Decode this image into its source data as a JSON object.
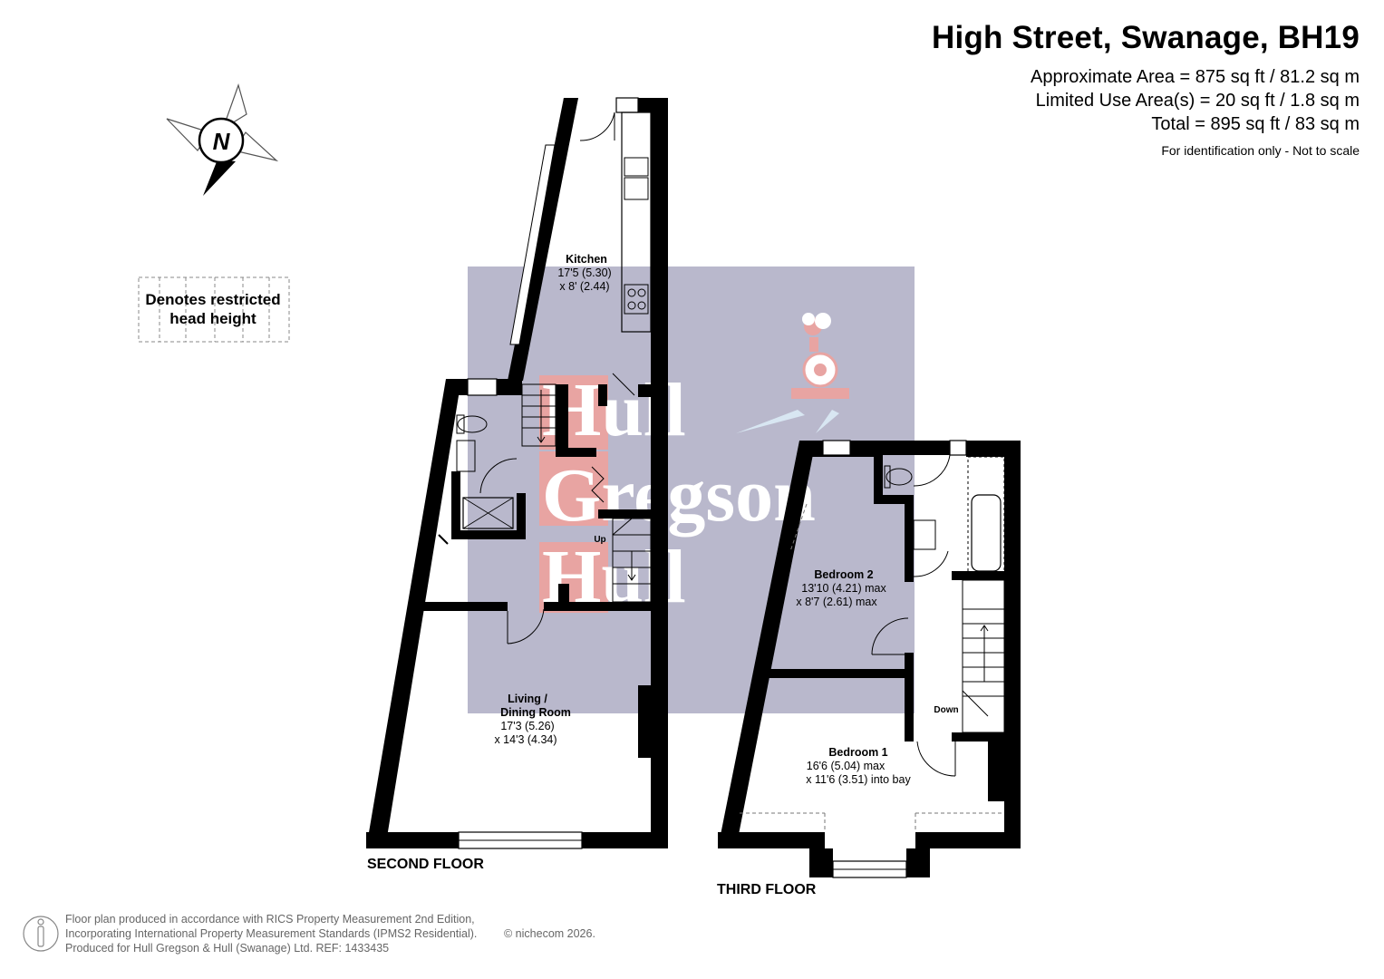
{
  "header": {
    "title": "High Street, Swanage, BH19",
    "approx_area": "Approximate Area = 875 sq ft / 81.2 sq m",
    "limited_area": "Limited Use Area(s) = 20 sq ft / 1.8 sq m",
    "total_area": "Total = 895 sq ft / 83 sq m",
    "scale_note": "For identification only - Not to scale"
  },
  "compass": {
    "label": "N"
  },
  "legend": {
    "line1": "Denotes restricted",
    "line2": "head height"
  },
  "watermark": {
    "line1": "Hull",
    "line2": "Gregson",
    "line3": "Hull"
  },
  "floors": {
    "second": {
      "label": "SECOND FLOOR"
    },
    "third": {
      "label": "THIRD FLOOR"
    }
  },
  "rooms": {
    "kitchen": {
      "name": "Kitchen",
      "dim1": "17'5 (5.30)",
      "dim2": "x 8' (2.44)"
    },
    "living": {
      "name1": "Living /",
      "name2": "Dining Room",
      "dim1": "17'3 (5.26)",
      "dim2": "x 14'3 (4.34)"
    },
    "bedroom2": {
      "name": "Bedroom 2",
      "dim1": "13'10 (4.21) max",
      "dim2": "x 8'7 (2.61) max"
    },
    "bedroom1": {
      "name": "Bedroom 1",
      "dim1": "16'6 (5.04) max",
      "dim2": "x 11'6 (3.51) into bay"
    }
  },
  "stairs": {
    "up": "Up",
    "down": "Down"
  },
  "footer": {
    "line1": "Floor plan produced in accordance with RICS Property Measurement 2nd Edition,",
    "line2": "Incorporating International Property Measurement Standards (IPMS2 Residential).",
    "line3": "Produced for Hull Gregson & Hull (Swanage) Ltd.   REF:  1433435",
    "copyright": "© nichecom 2026."
  },
  "colors": {
    "wall": "#000000",
    "watermark_box": "#b9b8cc",
    "watermark_red": "#e8a4a2",
    "watermark_text": "#ffffff",
    "footer_text": "#666666"
  }
}
